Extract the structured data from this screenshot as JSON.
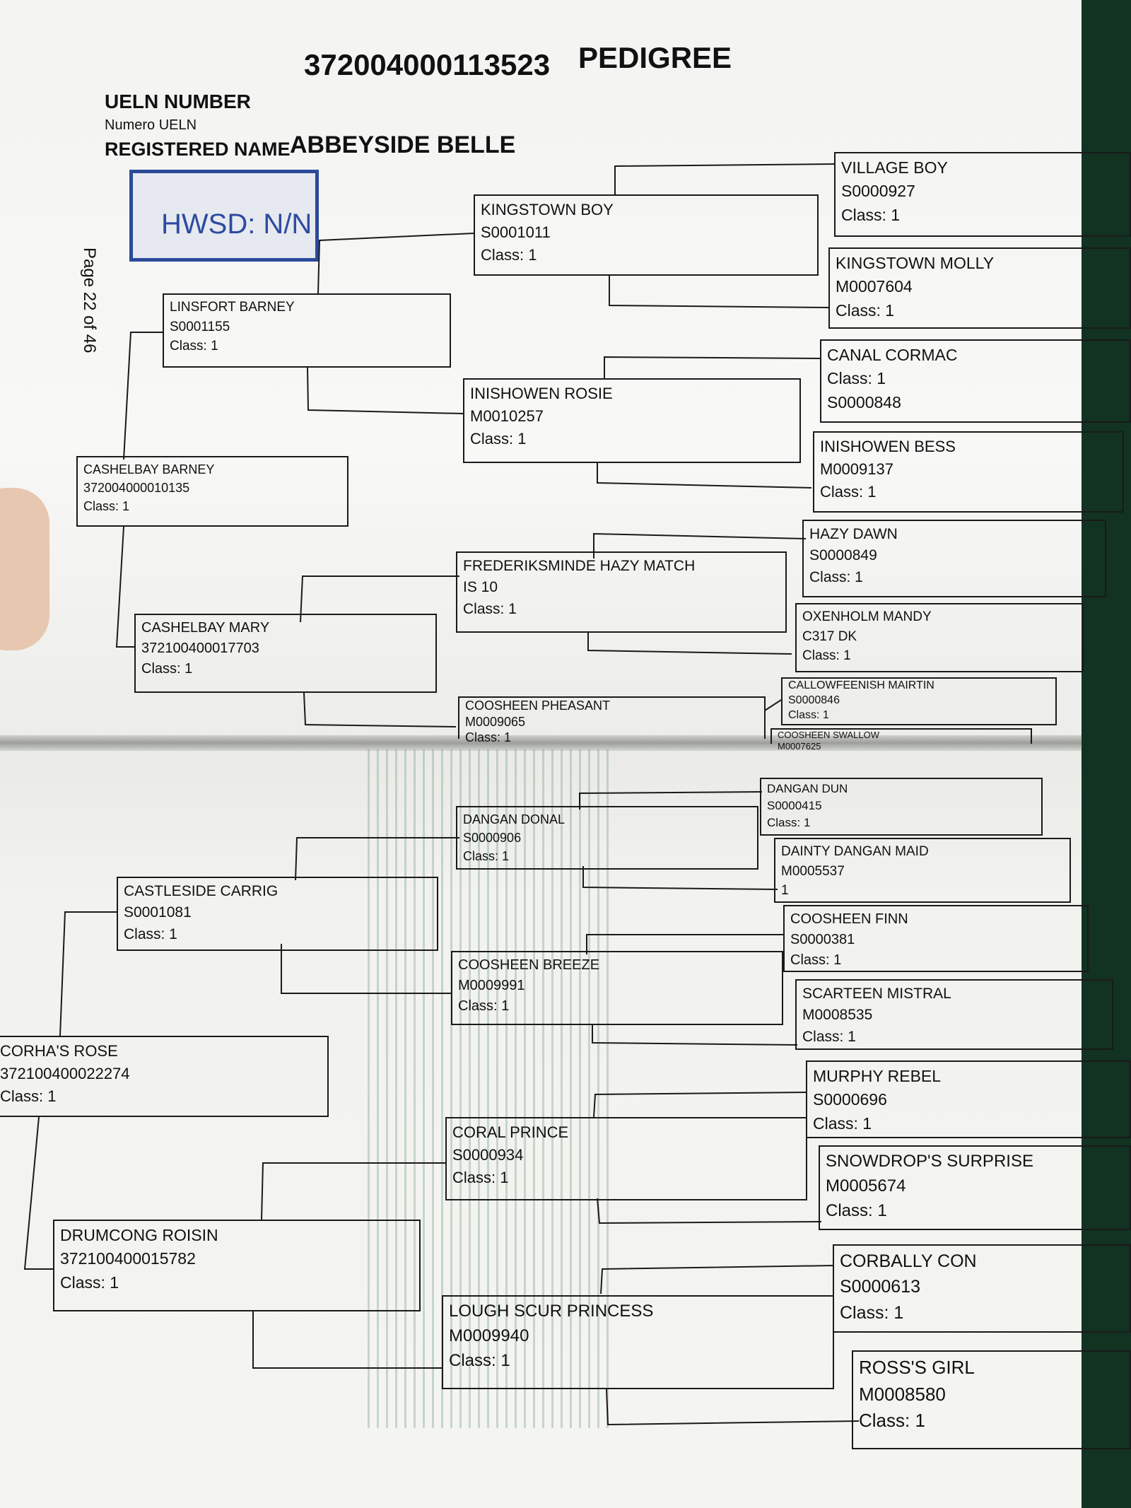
{
  "header": {
    "ueln_number": "372004000113523",
    "title": "PEDIGREE",
    "ueln_label": "UELN NUMBER",
    "ueln_sub": "Numero UELN",
    "registered_label": "REGISTERED NAME",
    "registered_name": "ABBEYSIDE BELLE",
    "page_number": "Page 22 of 46",
    "stamp_text": "HWSD: N/N"
  },
  "sire_side": {
    "sire": {
      "name": "CASHELBAY BARNEY",
      "id": "372004000010135",
      "class": "Class: 1"
    },
    "ss": {
      "name": "LINSFORT BARNEY",
      "id": "S0001155",
      "class": "Class: 1"
    },
    "sd": {
      "name": "CASHELBAY MARY",
      "id": "372100400017703",
      "class": "Class: 1"
    },
    "sss": {
      "name": "KINGSTOWN BOY",
      "id": "S0001011",
      "class": "Class: 1"
    },
    "ssd": {
      "name": "INISHOWEN ROSIE",
      "id": "M0010257",
      "class": "Class: 1"
    },
    "sds": {
      "name": "FREDERIKSMINDE HAZY MATCH",
      "id": "IS 10",
      "class": "Class: 1"
    },
    "sdd": {
      "name": "COOSHEEN PHEASANT",
      "id": "M0009065",
      "class": "Class: 1"
    },
    "g1": {
      "name": "VILLAGE BOY",
      "id": "S0000927",
      "class": "Class: 1"
    },
    "g2": {
      "name": "KINGSTOWN MOLLY",
      "id": "M0007604",
      "class": "Class: 1"
    },
    "g3": {
      "name": "CANAL CORMAC",
      "id": "S0000848",
      "class": "Class: 1"
    },
    "g4": {
      "name": "INISHOWEN BESS",
      "id": "M0009137",
      "class": "Class: 1"
    },
    "g5": {
      "name": "HAZY DAWN",
      "id": "S0000849",
      "class": "Class: 1"
    },
    "g6": {
      "name": "OXENHOLM MANDY",
      "id": "C317 DK",
      "class": "Class: 1"
    },
    "g7": {
      "name": "CALLOWFEENISH MAIRTIN",
      "id": "S0000846",
      "class": "Class: 1"
    },
    "g8": {
      "name": "COOSHEEN SWALLOW",
      "id": "M0007625",
      "class": ""
    }
  },
  "dam_side": {
    "dam": {
      "name": "CORHA'S ROSE",
      "id": "372100400022274",
      "class": "Class: 1"
    },
    "ds": {
      "name": "CASTLESIDE CARRIG",
      "id": "S0001081",
      "class": "Class: 1"
    },
    "dd": {
      "name": "DRUMCONG ROISIN",
      "id": "372100400015782",
      "class": "Class: 1"
    },
    "dss": {
      "name": "DANGAN DONAL",
      "id": "S0000906",
      "class": "Class: 1"
    },
    "dsd": {
      "name": "COOSHEEN BREEZE",
      "id": "M0009991",
      "class": "Class: 1"
    },
    "dds": {
      "name": "CORAL PRINCE",
      "id": "S0000934",
      "class": "Class: 1"
    },
    "ddd": {
      "name": "LOUGH SCUR PRINCESS",
      "id": "M0009940",
      "class": "Class: 1"
    },
    "g1": {
      "name": "DANGAN DUN",
      "id": "S0000415",
      "class": "Class: 1"
    },
    "g2": {
      "name": "DAINTY DANGAN MAID",
      "id": "M0005537",
      "class": "1"
    },
    "g3": {
      "name": "COOSHEEN FINN",
      "id": "S0000381",
      "class": "Class: 1"
    },
    "g4": {
      "name": "SCARTEEN MISTRAL",
      "id": "M0008535",
      "class": "Class: 1"
    },
    "g5": {
      "name": "MURPHY REBEL",
      "id": "S0000696",
      "class": "Class: 1"
    },
    "g6": {
      "name": "SNOWDROP'S SURPRISE",
      "id": "M0005674",
      "class": "Class: 1"
    },
    "g7": {
      "name": "CORBALLY CON",
      "id": "S0000613",
      "class": "Class: 1"
    },
    "g8": {
      "name": "ROSS'S GIRL",
      "id": "M0008580",
      "class": "Class: 1"
    }
  }
}
